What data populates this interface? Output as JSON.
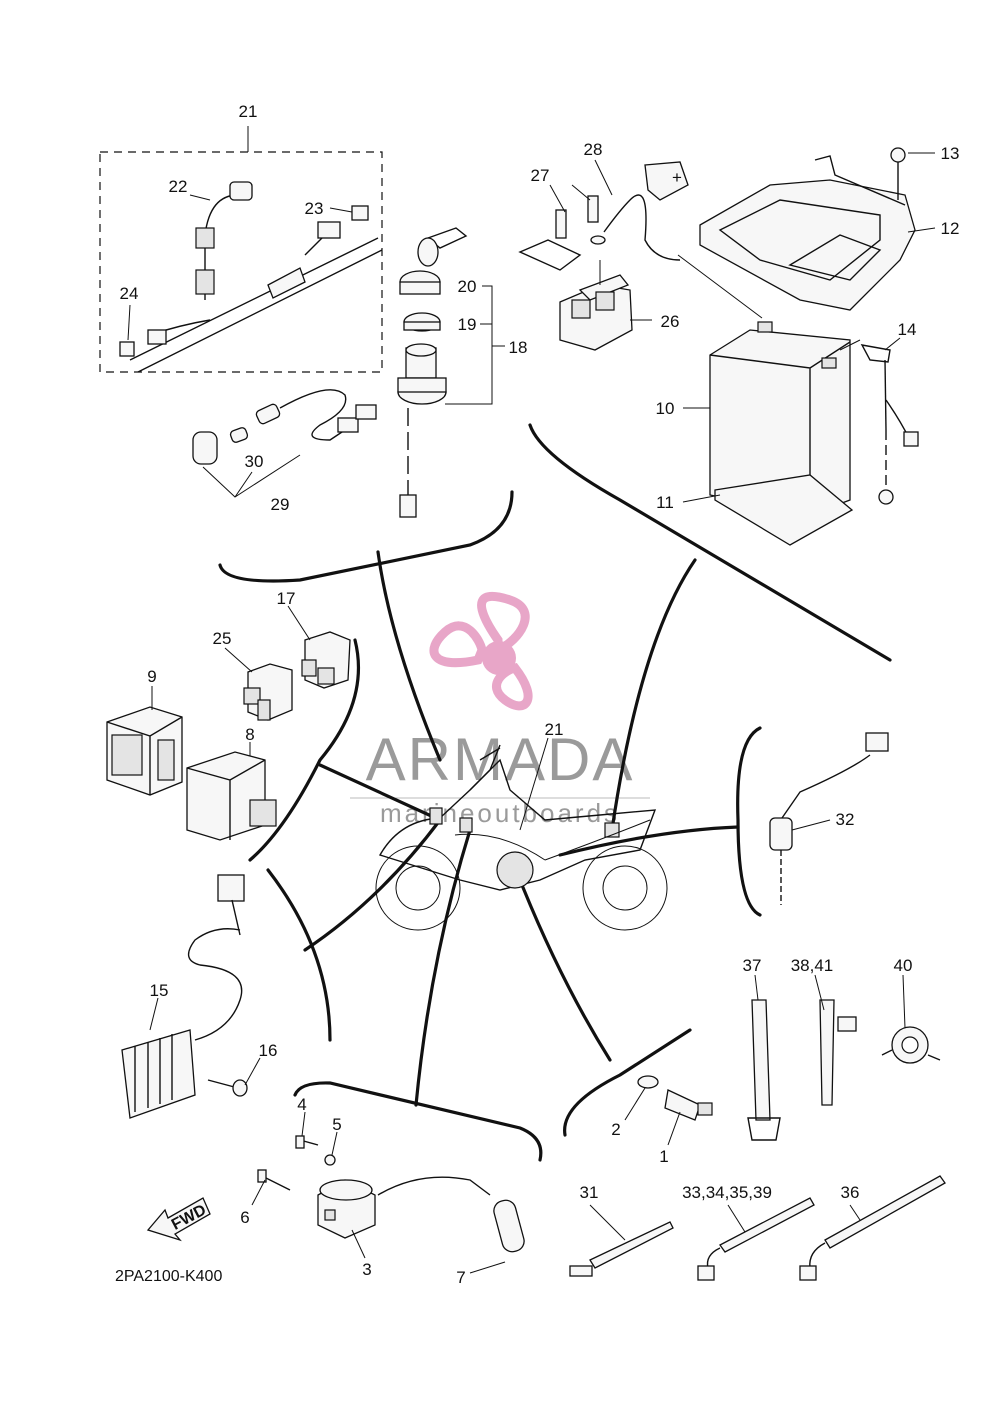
{
  "diagram_code": "2PA2100-K400",
  "fwd_label": "FWD",
  "watermark": {
    "brand": "ARMADA",
    "tagline": "marineoutboards",
    "color": "#e8a6c8"
  },
  "callouts": {
    "c1": "1",
    "c2": "2",
    "c3": "3",
    "c4": "4",
    "c5": "5",
    "c6": "6",
    "c7": "7",
    "c8": "8",
    "c9": "9",
    "c10": "10",
    "c11": "11",
    "c12": "12",
    "c13": "13",
    "c14": "14",
    "c15": "15",
    "c16": "16",
    "c17": "17",
    "c18": "18",
    "c19": "19",
    "c20": "20",
    "c21_top": "21",
    "c21_center": "21",
    "c22": "22",
    "c23": "23",
    "c24": "24",
    "c25": "25",
    "c26": "26",
    "c27": "27",
    "c28": "28",
    "c29": "29",
    "c30": "30",
    "c31": "31",
    "c32": "32",
    "c33_39": "33,34,35,39",
    "c36": "36",
    "c37": "37",
    "c38_41": "38,41",
    "c40": "40"
  }
}
